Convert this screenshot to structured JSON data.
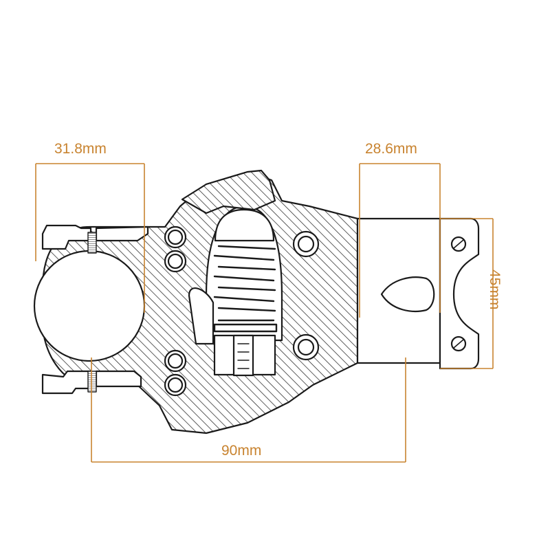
{
  "dimensions": {
    "handlebar_clamp": "31.8mm",
    "steerer_clamp": "28.6mm",
    "stem_length": "90mm",
    "stack_height": "45mm"
  },
  "colors": {
    "dimension": "#c8832f",
    "outline": "#1a1a1a",
    "background": "#ffffff"
  }
}
